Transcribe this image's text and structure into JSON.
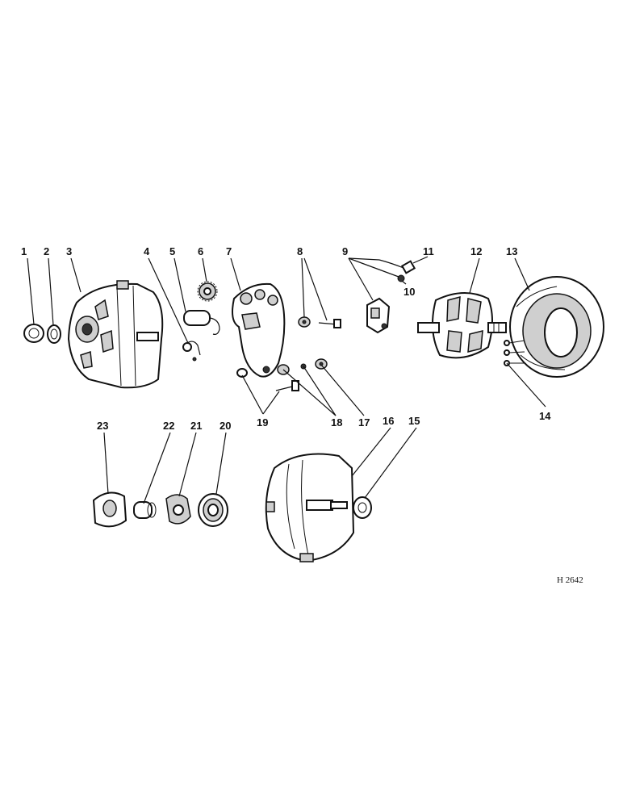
{
  "labels": [
    {
      "text": "1"
    },
    {
      "text": "2"
    },
    {
      "text": "3"
    },
    {
      "text": "4"
    },
    {
      "text": "5"
    },
    {
      "text": "6"
    },
    {
      "text": "7"
    },
    {
      "text": "8"
    },
    {
      "text": "9"
    },
    {
      "text": "10"
    },
    {
      "text": "11"
    },
    {
      "text": "12"
    },
    {
      "text": "13"
    },
    {
      "text": "14"
    },
    {
      "text": "15"
    },
    {
      "text": "16"
    },
    {
      "text": "17"
    },
    {
      "text": "18"
    },
    {
      "text": "19"
    },
    {
      "text": "20"
    },
    {
      "text": "21"
    },
    {
      "text": "22"
    },
    {
      "text": "23"
    }
  ],
  "reference_code": "H 2642"
}
